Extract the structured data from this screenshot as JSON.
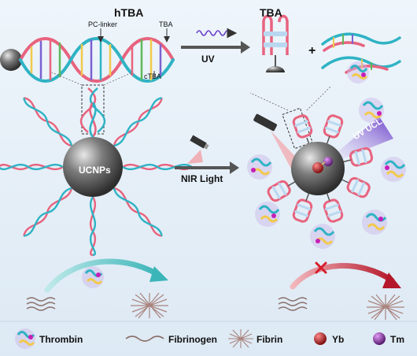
{
  "labels": {
    "htba": "hTBA",
    "tba_top": "TBA",
    "pc_linker": "PC-linker",
    "tba_small": "TBA",
    "ctba": "cTBA",
    "uv": "UV",
    "plus": "+",
    "ucnps": "UCNPs",
    "nir": "NIR Light",
    "uv_ucl": "UV UCL"
  },
  "legend": {
    "thrombin": "Thrombin",
    "fibrinogen": "Fibrinogen",
    "fibrin": "Fibrin",
    "yb": "Yb",
    "tm": "Tm"
  },
  "colors": {
    "background": "#e9f2fa",
    "dna_pink": "#e8637e",
    "dna_teal": "#2fb3c4",
    "sphere": "#5b5b5b",
    "yb": "#a31f1f",
    "tm": "#8a2fa6",
    "arrow_teal": "#4fc1c4",
    "arrow_red": "#b5182a",
    "uv_purple": "#6a3fc9"
  }
}
